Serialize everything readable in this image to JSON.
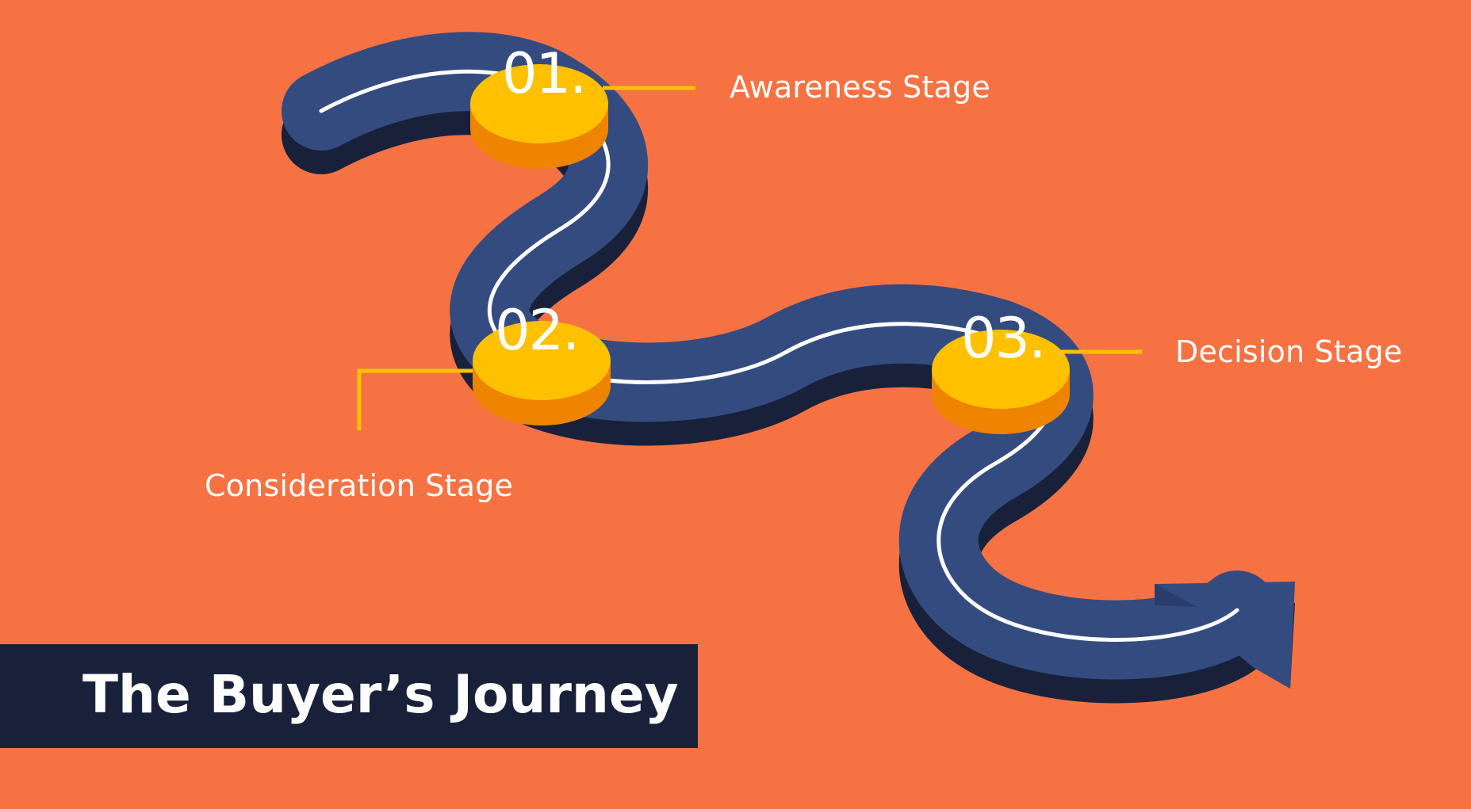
{
  "title": "The Buyer’s Journey",
  "colors": {
    "background": "#F77243",
    "road_top": "#344B80",
    "road_side": "#19213A",
    "road_line": "#FFFFFF",
    "marker_top": "#FFC000",
    "marker_side": "#EF8400",
    "connector": "#FFC000",
    "banner": "#19213A",
    "text": "#FFFFFF"
  },
  "stages": [
    {
      "number": "01.",
      "label": "Awareness Stage"
    },
    {
      "number": "02.",
      "label": "Consideration Stage"
    },
    {
      "number": "03.",
      "label": "Decision Stage"
    }
  ],
  "icons": [
    "road-path",
    "arrow-head-icon",
    "stage-marker-disc"
  ]
}
